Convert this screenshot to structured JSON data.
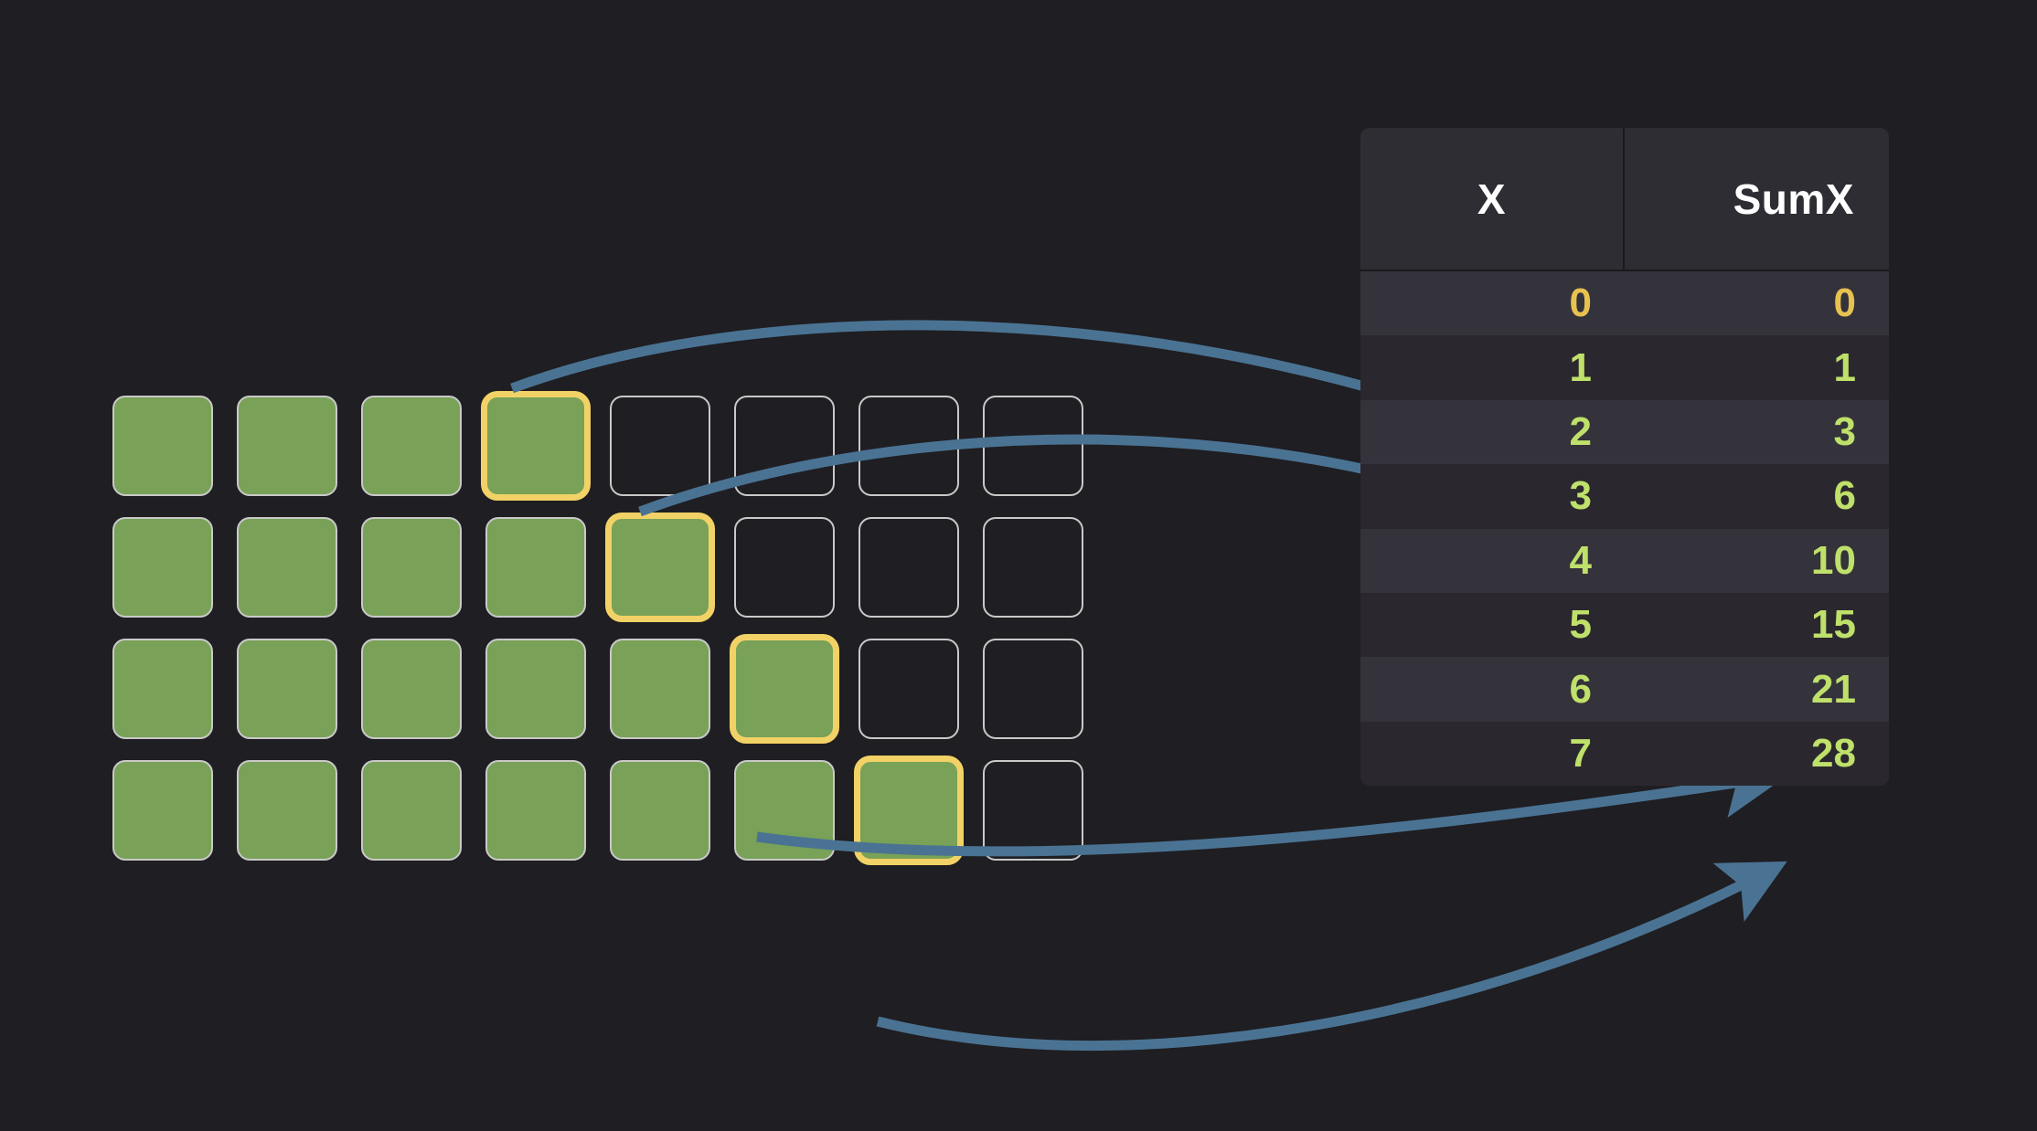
{
  "background_color": "#1f1e22",
  "palette": {
    "square_fill": "#79a157",
    "square_border": "#c9c9c9",
    "highlight_border": "#f2d266",
    "arrow_color": "#4a7393",
    "value_green": "#bfe06a",
    "value_yellow": "#e8c250",
    "header_text": "#ffffff",
    "row_odd_bg": "#34323a",
    "row_even_bg": "#2a282e",
    "header_bg": "#2e2d33"
  },
  "grid": {
    "columns": 8,
    "rows": [
      {
        "filled": 4,
        "current_index": 3,
        "total": 8
      },
      {
        "filled": 5,
        "current_index": 4,
        "total": 8
      },
      {
        "filled": 6,
        "current_index": 5,
        "total": 8
      },
      {
        "filled": 7,
        "current_index": 6,
        "total": 8
      }
    ]
  },
  "table": {
    "columns": [
      "X",
      "SumX"
    ],
    "rows": [
      {
        "x": "0",
        "sumx": "0",
        "highlight": true
      },
      {
        "x": "1",
        "sumx": "1",
        "highlight": false
      },
      {
        "x": "2",
        "sumx": "3",
        "highlight": false
      },
      {
        "x": "3",
        "sumx": "6",
        "highlight": false
      },
      {
        "x": "4",
        "sumx": "10",
        "highlight": false
      },
      {
        "x": "5",
        "sumx": "15",
        "highlight": false
      },
      {
        "x": "6",
        "sumx": "21",
        "highlight": false
      },
      {
        "x": "7",
        "sumx": "28",
        "highlight": false
      }
    ]
  },
  "arrows": [
    {
      "name": "arrow-row1-to-sumx-6",
      "from_row": 1,
      "to_value": "6"
    },
    {
      "name": "arrow-row2-to-sumx-10",
      "from_row": 2,
      "to_value": "10"
    },
    {
      "name": "arrow-row3-to-sumx-15",
      "from_row": 3,
      "to_value": "15"
    },
    {
      "name": "arrow-row4-to-sumx-21",
      "from_row": 4,
      "to_value": "21"
    }
  ]
}
